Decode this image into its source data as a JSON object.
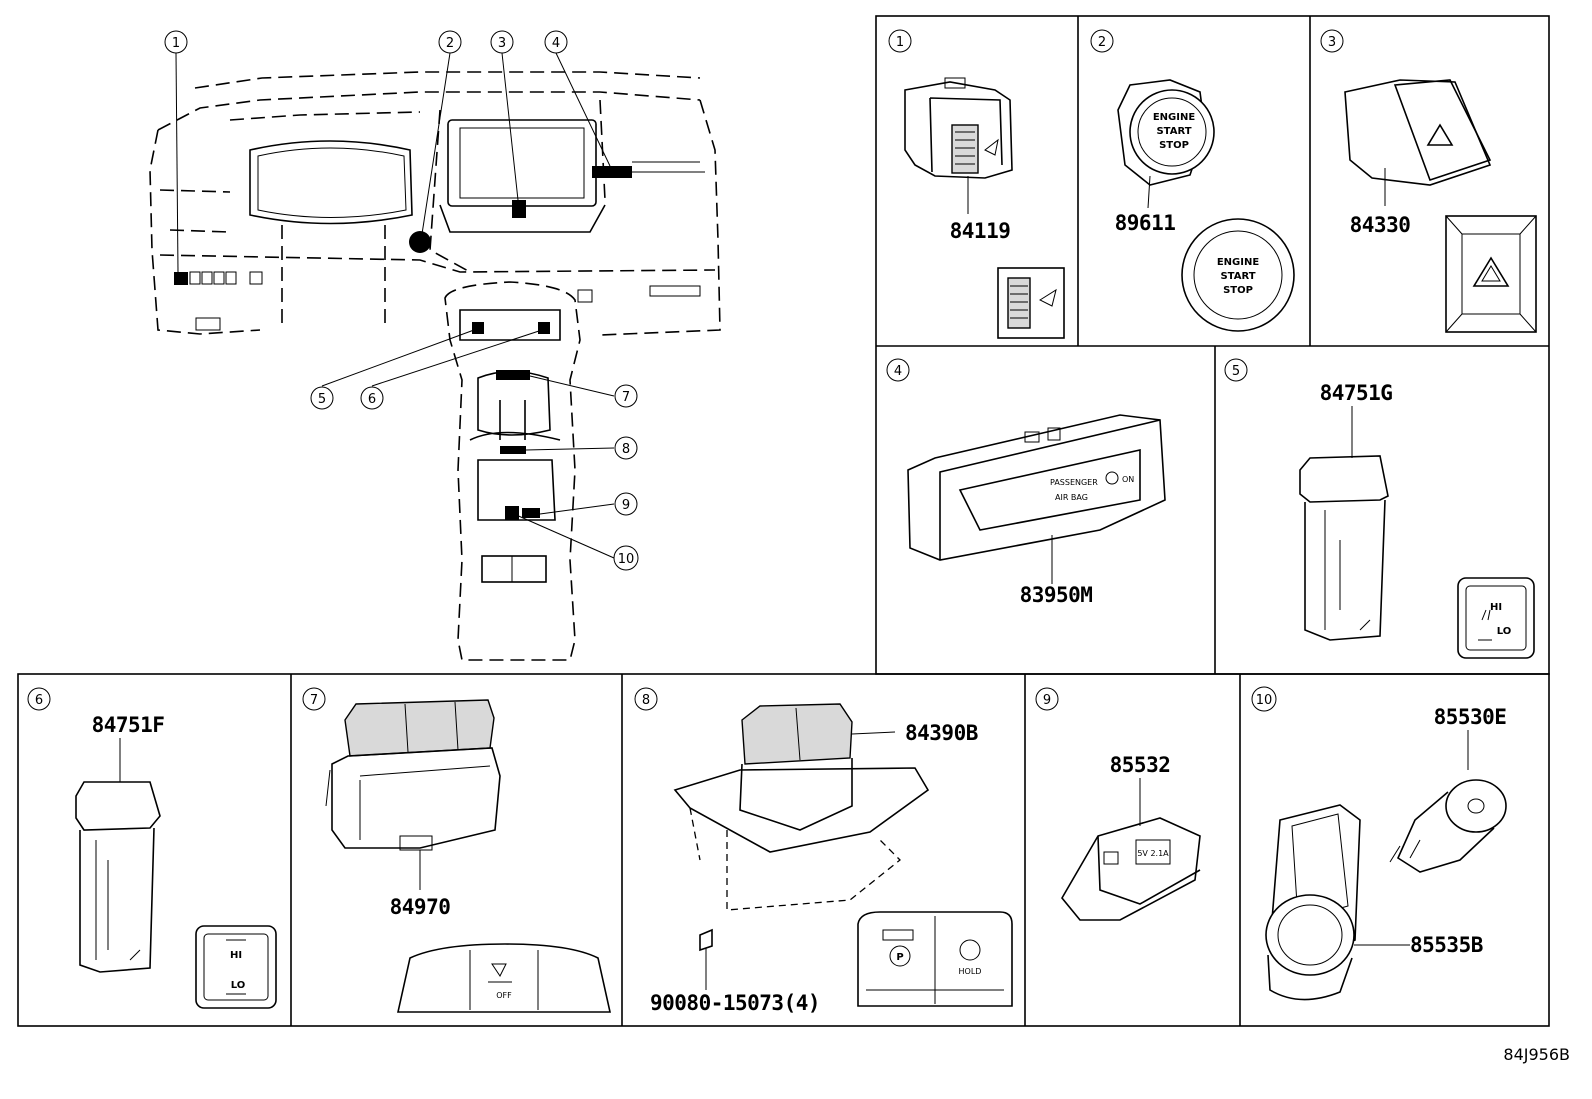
{
  "callouts": [
    "1",
    "2",
    "3",
    "4",
    "5",
    "6",
    "7",
    "8",
    "9",
    "10"
  ],
  "panels": [
    {
      "num": "1",
      "part": "84119"
    },
    {
      "num": "2",
      "part": "89611",
      "button_text": [
        "ENGINE",
        "START",
        "STOP"
      ]
    },
    {
      "num": "3",
      "part": "84330"
    },
    {
      "num": "4",
      "part": "83950M",
      "label_lines": [
        "PASSENGER",
        "AIR BAG"
      ],
      "indicator": "ON"
    },
    {
      "num": "5",
      "part": "84751G",
      "switch_text": [
        "HI",
        "LO"
      ]
    },
    {
      "num": "6",
      "part": "84751F",
      "switch_text": [
        "HI",
        "LO"
      ]
    },
    {
      "num": "7",
      "part": "84970",
      "switch_text": "OFF"
    },
    {
      "num": "8",
      "parts": [
        "84390B",
        "90080-15073(4)"
      ],
      "switch_text": [
        "P",
        "HOLD"
      ]
    },
    {
      "num": "9",
      "part": "85532",
      "port_text": "5V 2.1A"
    },
    {
      "num": "10",
      "parts": [
        "85530E",
        "85535B"
      ]
    }
  ],
  "diagram_code": "84J956B"
}
